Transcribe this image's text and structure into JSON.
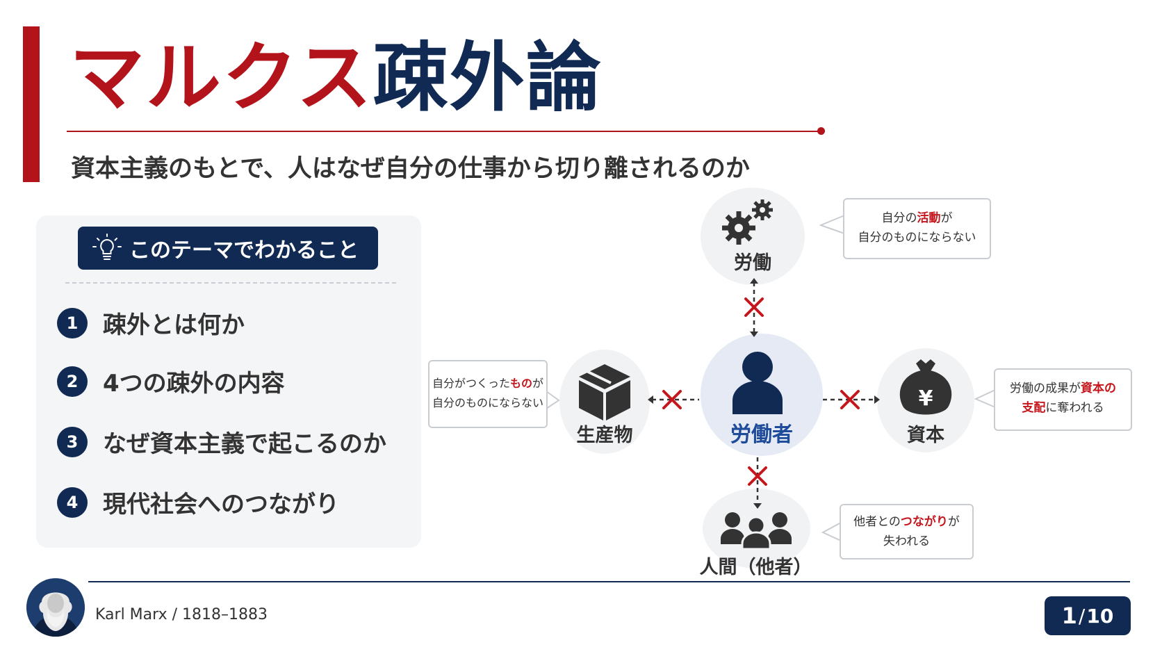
{
  "title": {
    "part_red": "マルクス",
    "part_navy": "疎外論"
  },
  "subtitle": "資本主義のもとで、人はなぜ自分の仕事から切り離されるのか",
  "panel": {
    "header": "このテーマでわかること",
    "items": [
      {
        "num": "1",
        "text": "疎外とは何か"
      },
      {
        "num": "2",
        "text": "4つの疎外の内容"
      },
      {
        "num": "3",
        "text": "なぜ資本主義で起こるのか"
      },
      {
        "num": "4",
        "text": "現代社会へのつながり"
      }
    ]
  },
  "diagram": {
    "center": "労働者",
    "labor": "労働",
    "product": "生産物",
    "capital": "資本",
    "humans": "人間（他者）",
    "capital_symbol": "¥",
    "bubbles": {
      "labor": {
        "l1_a": "自分の",
        "l1_hl": "活動",
        "l1_b": "が",
        "l2": "自分のものにならない"
      },
      "product": {
        "l1_a": "自分がつくった",
        "l1_hl": "もの",
        "l1_b": "が",
        "l2": "自分のものにならない"
      },
      "capital": {
        "l1_a": "労働の成果が",
        "l1_hl": "資本の",
        "l2_hl": "支配",
        "l2_b": "に奪われる"
      },
      "humans": {
        "l1_a": "他者との",
        "l1_hl": "つながり",
        "l1_b": "が",
        "l2": "失われる"
      }
    },
    "colors": {
      "navy": "#102a53",
      "red": "#c4161c",
      "highlight_blue": "#1e4b9a"
    }
  },
  "footer": {
    "credit": "Karl Marx / 1818–1883",
    "page_current": "1",
    "page_sep": "/",
    "page_total": "10"
  }
}
